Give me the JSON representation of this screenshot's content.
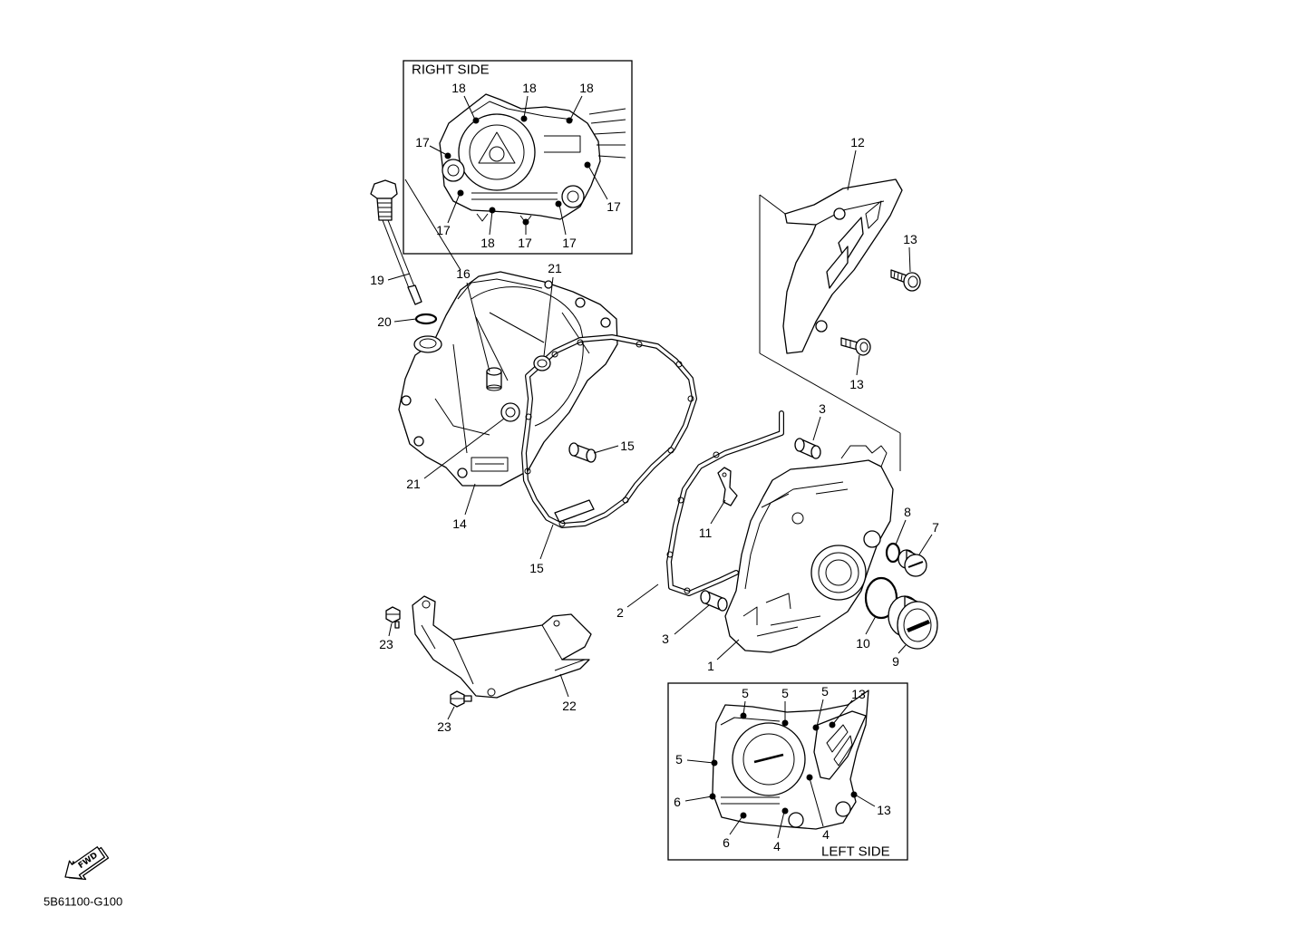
{
  "insets": {
    "right_side": {
      "title": "RIGHT SIDE",
      "callouts": [
        "18",
        "18",
        "18",
        "17",
        "17",
        "17",
        "18",
        "17",
        "17"
      ]
    },
    "left_side": {
      "title": "LEFT SIDE",
      "callouts": [
        "5",
        "5",
        "5",
        "13",
        "5",
        "6",
        "13",
        "4",
        "6",
        "4"
      ]
    }
  },
  "callouts": [
    "12",
    "13",
    "13",
    "19",
    "16",
    "21",
    "20",
    "15",
    "3",
    "21",
    "14",
    "11",
    "8",
    "7",
    "15",
    "2",
    "3",
    "10",
    "9",
    "1",
    "23",
    "22",
    "23"
  ],
  "fwd_label": "FWD",
  "diagram_code": "5B61100-G100"
}
